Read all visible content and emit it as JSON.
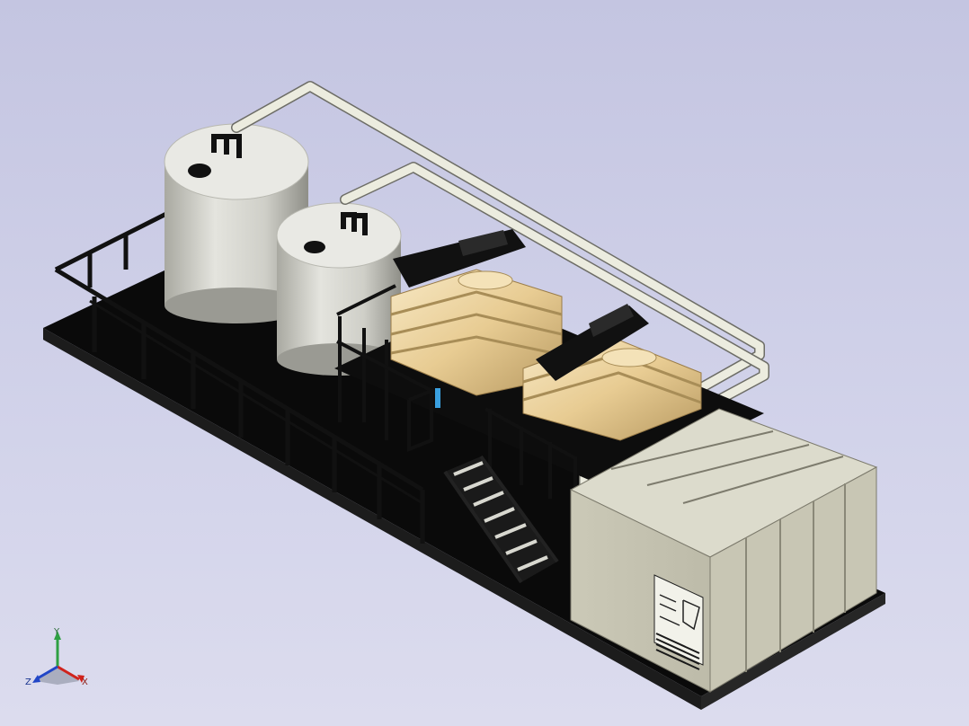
{
  "viewport": {
    "background_top": "#c4c5e1",
    "background_bottom": "#dcdcee"
  },
  "triad": {
    "x_label": "X",
    "y_label": "Y",
    "z_label": "Z",
    "x_color": "#d0231c",
    "y_color": "#2ea043",
    "z_color": "#2146c7"
  },
  "colors": {
    "skid": "#0c0c0c",
    "tank": "#d6d6cf",
    "pipe": "#e8e8dc",
    "ibc": "#efd9a8",
    "enclosure": "#cfcdbd",
    "rail": "#111111"
  }
}
